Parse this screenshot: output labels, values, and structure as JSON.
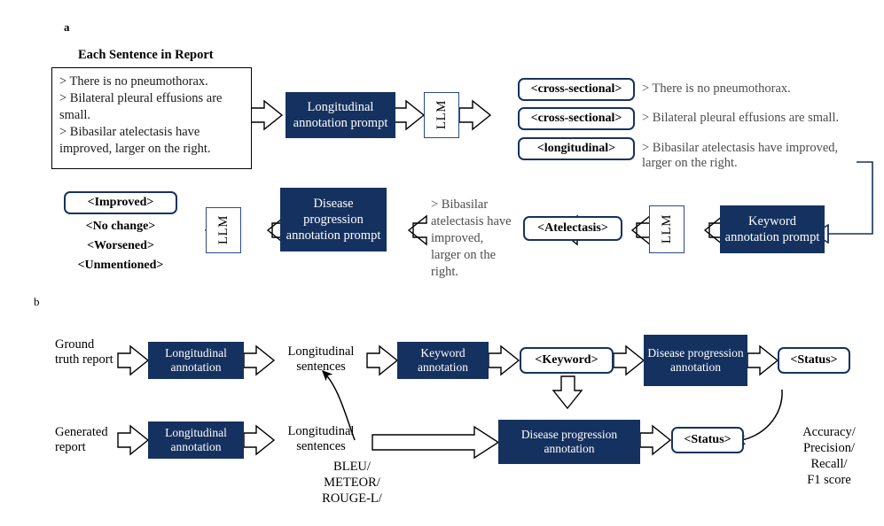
{
  "figure": {
    "panel_a_letter": "a",
    "panel_b_letter": "b"
  },
  "panel_a": {
    "report_heading": "Each Sentence in Report",
    "report_sentences": [
      "> There is no pneumothorax.",
      "> Bilateral pleural effusions are small.",
      "> Bibasilar atelectasis have improved, larger on the right."
    ],
    "longitudinal_prompt": "Longitudinal annotation prompt",
    "llm_label": "LLM",
    "sentence_tags": [
      {
        "tag": "<cross-sectional>",
        "sentence": "> There is no pneumothorax."
      },
      {
        "tag": "<cross-sectional>",
        "sentence": "> Bilateral pleural effusions are small."
      },
      {
        "tag": "<longitudinal>",
        "sentence": "> Bibasilar atelectasis have improved, larger on the right."
      }
    ],
    "keyword_prompt": "Keyword annotation prompt",
    "keyword_tag": "<Atelectasis>",
    "selected_sentence": "> Bibasilar atelectasis have improved, larger on the right.",
    "disease_prompt": "Disease progression annotation prompt",
    "status_options": [
      {
        "label": "<Improved>",
        "selected": true
      },
      {
        "label": "<No change>",
        "selected": false
      },
      {
        "label": "<Worsened>",
        "selected": false
      },
      {
        "label": "<Unmentioned>",
        "selected": false
      }
    ]
  },
  "panel_b": {
    "top_row": {
      "input": "Ground truth report",
      "longitudinal_annotation": "Longitudinal annotation",
      "longitudinal_sentences": "Longitudinal sentences",
      "keyword_annotation": "Keyword annotation",
      "keyword_tag": "<Keyword>",
      "disease_annotation": "Disease progression annotation",
      "status": "<Status>"
    },
    "bottom_row": {
      "input": "Generated report",
      "longitudinal_annotation": "Longitudinal annotation",
      "longitudinal_sentences": "Longitudinal sentences",
      "disease_annotation": "Disease progression annotation",
      "status": "<Status>"
    },
    "nlg_metrics": [
      "BLEU/",
      "METEOR/",
      "ROUGE-L/"
    ],
    "clf_metrics": [
      "Accuracy/",
      "Precision/",
      "Recall/",
      "F1 score"
    ]
  },
  "colors": {
    "navy_fill": "#15315f",
    "navy_border": "#16335f",
    "text": "#000000",
    "muted_text": "#6b6b6b"
  }
}
